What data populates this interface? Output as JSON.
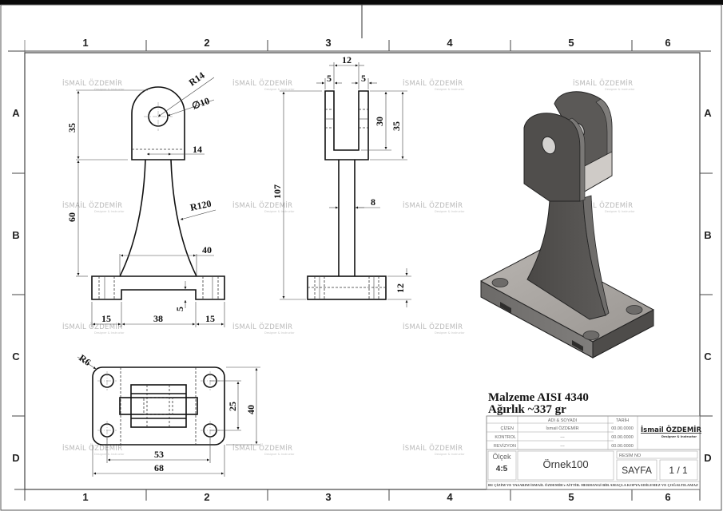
{
  "sheet": {
    "column_labels": [
      "1",
      "2",
      "3",
      "4",
      "5",
      "6"
    ],
    "row_labels": [
      "A",
      "B",
      "C",
      "D"
    ]
  },
  "watermark": {
    "name": "İSMAİL ÖZDEMİR",
    "subtitle": "Designer & Instructor"
  },
  "front_view": {
    "dims": {
      "r14": "R14",
      "d10": "∅10",
      "h35": "35",
      "w14": "14",
      "h60": "60",
      "r120": "R120",
      "w40": "40",
      "h5": "5",
      "w15_left": "15",
      "w38": "38",
      "w15_right": "15"
    }
  },
  "side_view": {
    "dims": {
      "w12": "12",
      "w5_left": "5",
      "w5_right": "5",
      "h30": "30",
      "h35": "35",
      "h107": "107",
      "w8": "8",
      "h12": "12"
    }
  },
  "top_view": {
    "dims": {
      "r6": "R6",
      "h25": "25",
      "h40": "40",
      "w53": "53",
      "w68": "68"
    }
  },
  "material": {
    "line1": "Malzeme AISI 4340",
    "line2": "Ağırlık ~337 gr"
  },
  "title_block": {
    "header_name": "ADI & SOYADI",
    "header_date": "TARİH",
    "rows": [
      {
        "role": "ÇİZEN",
        "name": "İsmail ÖZDEMİR",
        "date": "00.00.0000"
      },
      {
        "role": "KONTROL",
        "name": "---",
        "date": "00.00.0000"
      },
      {
        "role": "REVİZYON",
        "name": "---",
        "date": "00.00.0000"
      }
    ],
    "brand": "İsmail ÖZDEMİR",
    "brand_sub": "Designer & Instructor",
    "scale_label": "Ölçek",
    "scale_value": "4:5",
    "part_name": "Örnek100",
    "drawing_no_label": "RESİM NO",
    "sheet_label": "SAYFA",
    "sheet_value": "1 / 1",
    "footer": "BU ÇİZİM VE TASARIM İSMAİL ÖZDEMİR'e AİTTİR. HERHANGİ BİR AMAÇLA KOPYA EDİLEMEZ VE ÇOĞALTILAMAZ"
  }
}
